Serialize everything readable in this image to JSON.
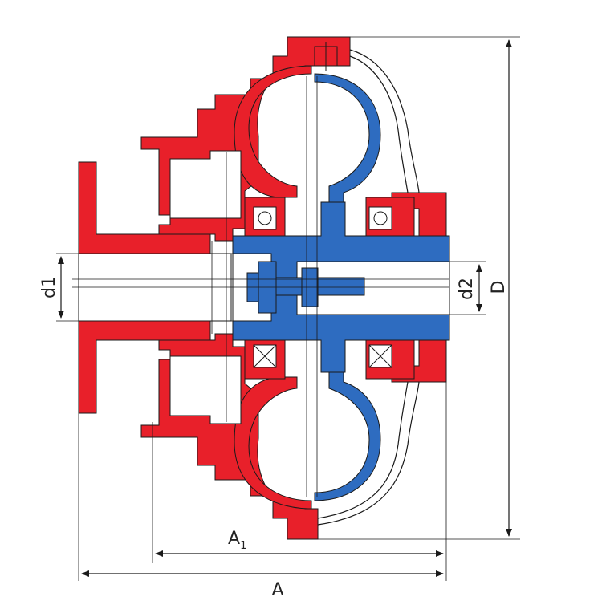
{
  "dimensions": {
    "d1": "d1",
    "d2": "d2",
    "D": "D",
    "A": "A",
    "A1_main": "A",
    "A1_sub": "1"
  },
  "colors": {
    "housing": "#e8202a",
    "runner": "#2e6cc0",
    "line": "#1a1a1a",
    "bore": "#ffffff"
  }
}
